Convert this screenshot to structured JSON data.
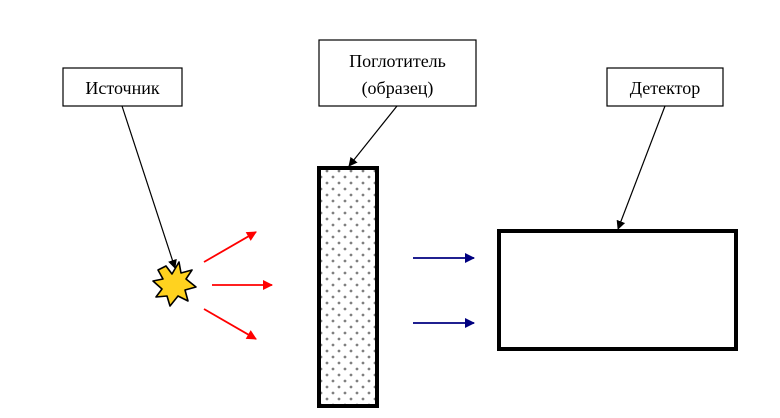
{
  "labels": {
    "source": "Источник",
    "absorber_line1": "Поглотитель",
    "absorber_line2": "(образец)",
    "detector": "Детектор"
  },
  "colors": {
    "incident_arrows": "#ff0000",
    "transmitted_arrows": "#000080",
    "source_burst_fill": "#ffd21f",
    "sample_dots": "#808080",
    "outline": "#000000"
  }
}
